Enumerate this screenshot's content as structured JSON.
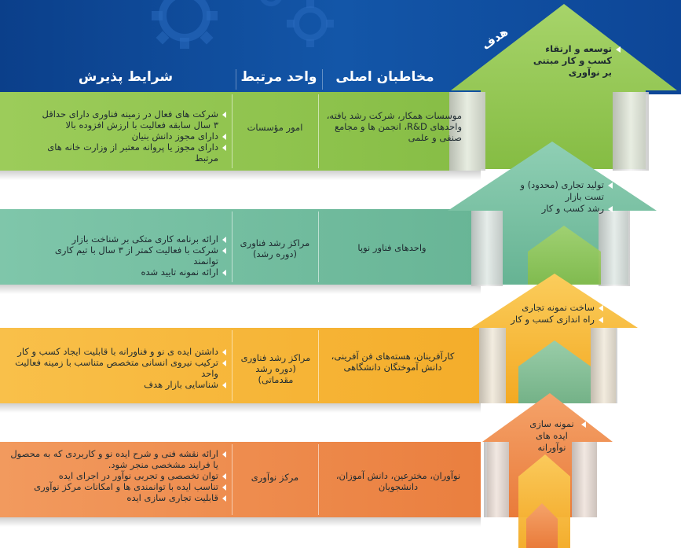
{
  "header": {
    "goal": "هدف",
    "col_audience": "مخاطبان اصلی",
    "col_unit": "واحد مرتبط",
    "col_conditions": "شرایط پذیرش"
  },
  "colors": {
    "header_blue": "#0d4697",
    "green": "#8ec24c",
    "teal": "#74bfa1",
    "yellow": "#f7b733",
    "orange": "#ee8a4c"
  },
  "goal_items": [
    "توسعه و ارتقاء کسب و کار مبتنی بر نوآوری"
  ],
  "rows": [
    {
      "audience": "موسسات همکار، شرکت رشد یافته، واحدهای R&D، انجمن ها و مجامع صنفی و علمی",
      "unit": "امور مؤسسات",
      "conditions": [
        "شرکت های فعال در زمینه فناوری دارای حداقل ۳ سال سابقه فعالیت با ارزش افزوده بالا",
        "دارای مجوز دانش بنیان",
        "دارای مجوز یا پروانه معتبر از وزارت خانه های مرتبط"
      ],
      "stage": [
        "تولید تجاری (محدود) و تست بازار",
        "رشد کسب و کار"
      ]
    },
    {
      "audience": "واحدهای فناور نوپا",
      "unit": "مراکز رشد فناوری (دوره رشد)",
      "conditions": [
        "ارائه برنامه کاری متکی بر شناخت بازار",
        "شرکت با فعالیت کمتر از ۳ سال با تیم کاری توانمند",
        "ارائه نمونه تایید شده"
      ],
      "stage": [
        "ساخت نمونه تجاری",
        "راه اندازی کسب و کار"
      ]
    },
    {
      "audience": "کارآفرینان، هسته‌های فن آفرینی، دانش آموختگان دانشگاهی",
      "unit": "مراکز رشد فناوری (دوره رشد مقدماتی)",
      "conditions": [
        "داشتن ایده ی نو و فناورانه با قابلیت ایجاد کسب و کار",
        "ترکیب نیروی انسانی متخصص متناسب با زمینه فعالیت واحد",
        "شناسایی بازار هدف"
      ],
      "stage": [
        "نمونه سازی ایده های نوآورانه"
      ]
    },
    {
      "audience": "نوآوران، مخترعین، دانش آموزان، دانشجویان",
      "unit": "مرکز نوآوری",
      "conditions": [
        "ارائه نقشه فنی و شرح ایده نو و کاربردی که به محصول یا فرایند مشخصی منجر شود.",
        "توان تخصصی و تجربی نوآور در اجرای ایده",
        "تناسب ایده با توانمندی ها و امکانات مرکز نوآوری",
        "قابلیت تجاری سازی ایده"
      ]
    }
  ]
}
